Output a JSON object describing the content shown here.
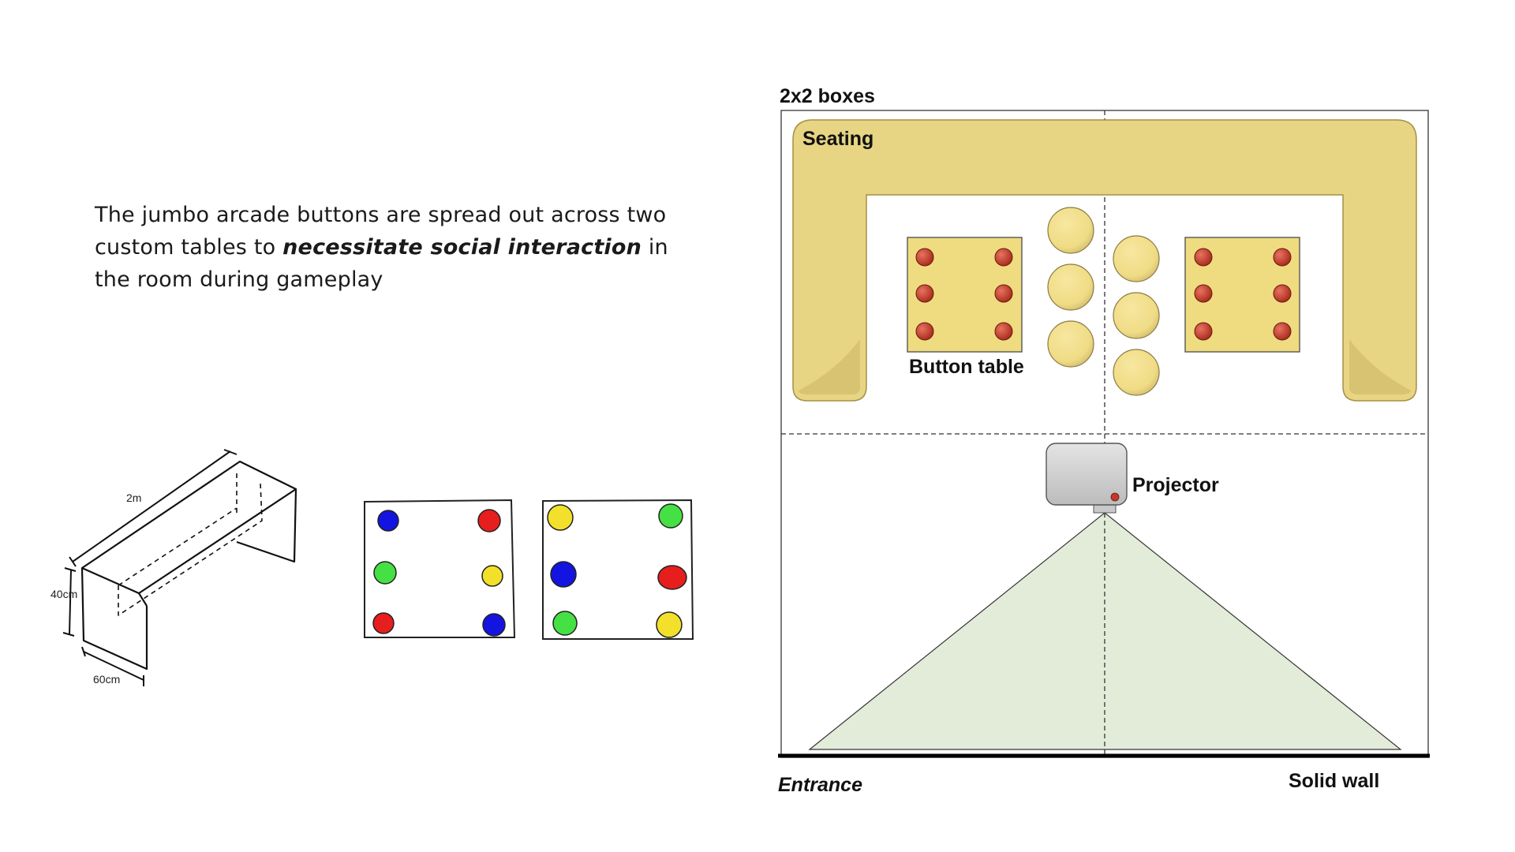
{
  "caption": {
    "before": "The jumbo arcade buttons are spread out across two custom tables to ",
    "emphasis": "necessitate social interaction",
    "after": " in the room during gameplay"
  },
  "table_sketch": {
    "length": "2m",
    "height": "40cm",
    "depth": "60cm"
  },
  "button_layouts": [
    {
      "buttons": [
        "#1414e0",
        "#e61e1e",
        "#44e044",
        "#f2e02a",
        "#e61e1e",
        "#1414e0"
      ]
    },
    {
      "buttons": [
        "#f2e02a",
        "#44e044",
        "#1414e0",
        "#e61e1e",
        "#44e044",
        "#f2e02a"
      ]
    }
  ],
  "floor_plan": {
    "grid_label": "2x2 boxes",
    "seating_label": "Seating",
    "button_table_label": "Button table",
    "projector_label": "Projector",
    "entrance_label": "Entrance",
    "solid_wall_label": "Solid wall",
    "colors": {
      "seating": "#e8d584",
      "table": "#f0dc80",
      "arcade_button": "#c0392b",
      "stool": "#f2df8a",
      "projection": "#e2ecd9",
      "projector": "#d0d0d0"
    }
  }
}
